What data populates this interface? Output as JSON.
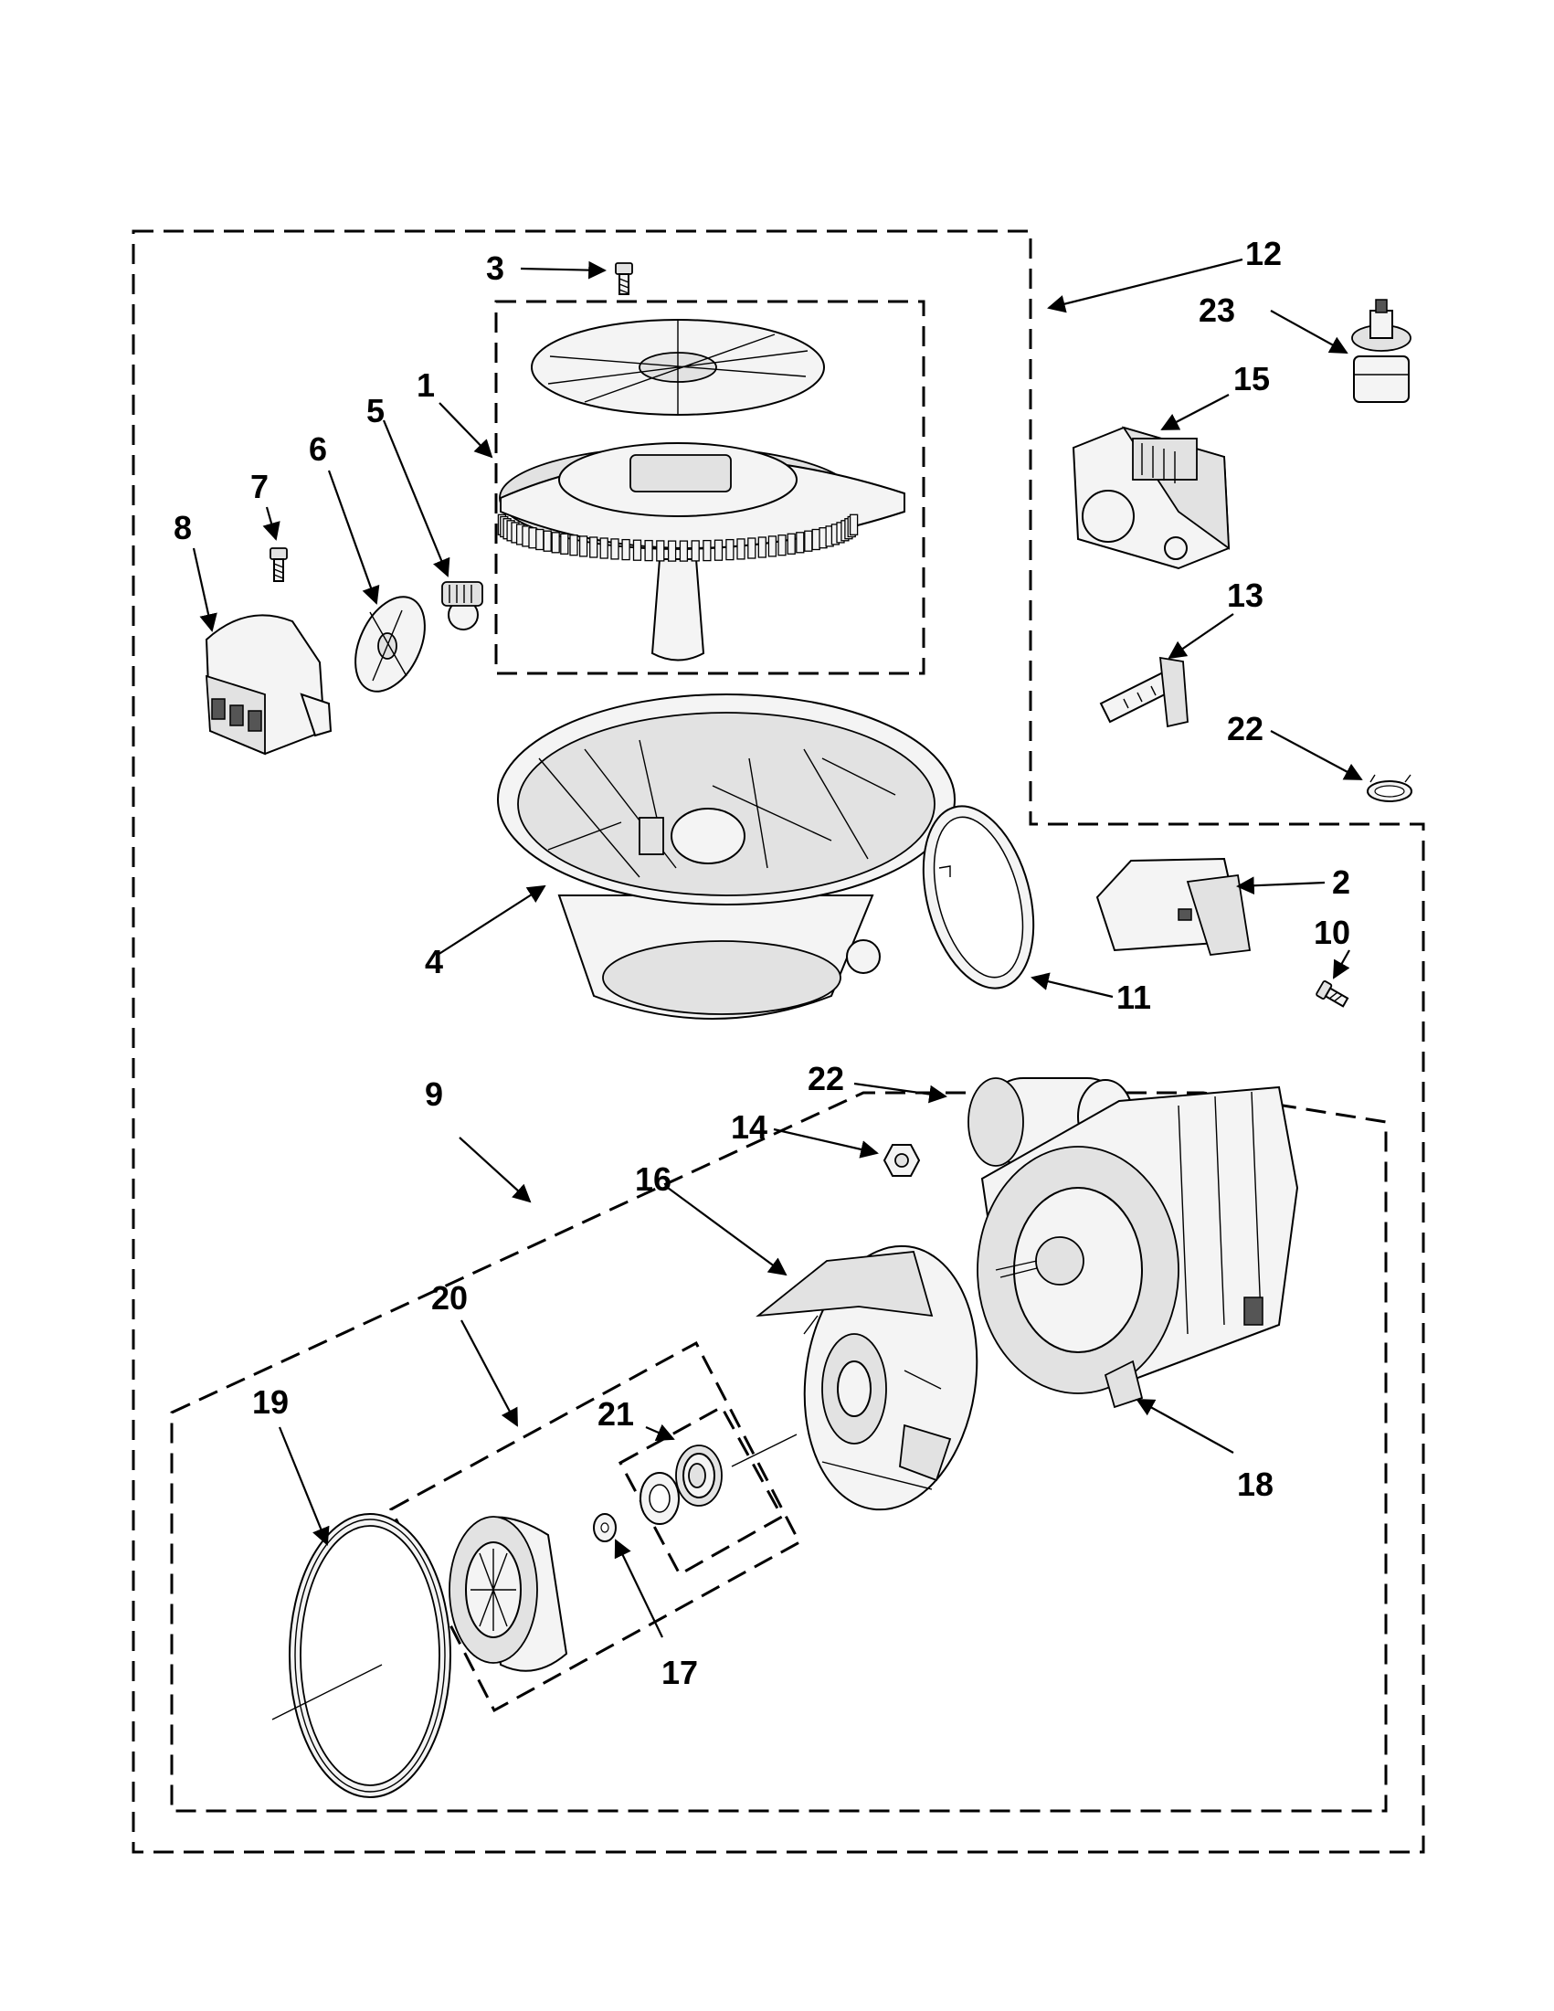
{
  "diagram": {
    "callouts": {
      "c1": "1",
      "c2": "2",
      "c3": "3",
      "c4": "4",
      "c5": "5",
      "c6": "6",
      "c7": "7",
      "c8": "8",
      "c9": "9",
      "c10": "10",
      "c11": "11",
      "c12": "12",
      "c13": "13",
      "c14": "14",
      "c15": "15",
      "c16": "16",
      "c17": "17",
      "c18": "18",
      "c19": "19",
      "c20": "20",
      "c21": "21",
      "c22a": "22",
      "c22b": "22",
      "c23": "23"
    }
  }
}
